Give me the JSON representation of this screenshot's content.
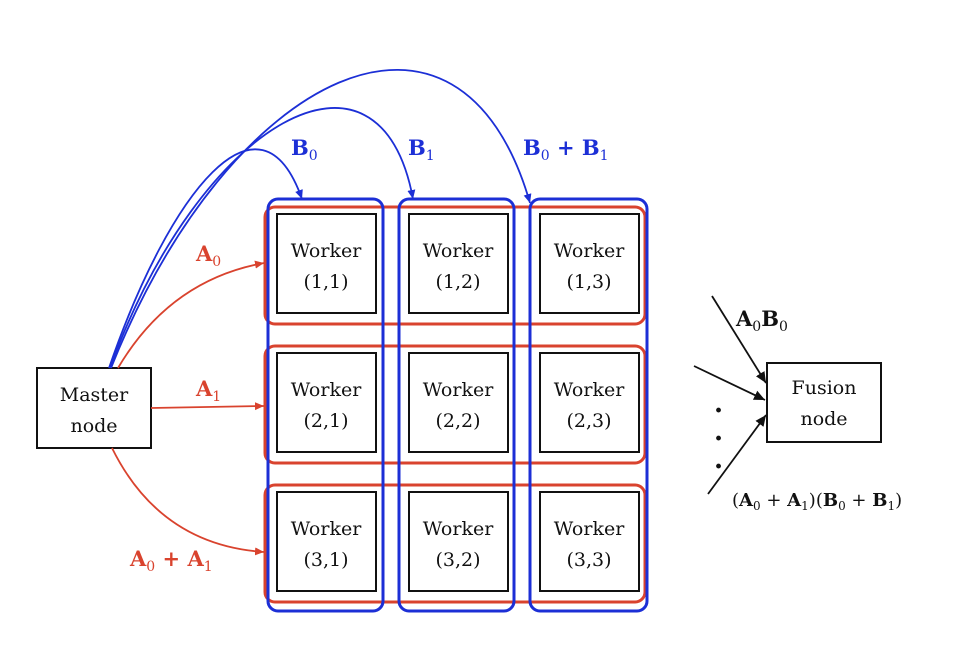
{
  "colors": {
    "red": "#d9432e",
    "blue": "#1c2fd6",
    "black": "#111111"
  },
  "master": {
    "line1": "Master",
    "line2": "node"
  },
  "fusion": {
    "line1": "Fusion",
    "line2": "node"
  },
  "worker_label": "Worker",
  "workers": [
    [
      "(1,1)",
      "(1,2)",
      "(1,3)"
    ],
    [
      "(2,1)",
      "(2,2)",
      "(2,3)"
    ],
    [
      "(3,1)",
      "(3,2)",
      "(3,3)"
    ]
  ],
  "a_labels": {
    "a0": {
      "base": "A",
      "sub": "0"
    },
    "a1": {
      "base": "A",
      "sub": "1"
    },
    "a01": {
      "base1": "A",
      "sub1": "0",
      "op": " + ",
      "base2": "A",
      "sub2": "1"
    }
  },
  "b_labels": {
    "b0": {
      "base": "B",
      "sub": "0"
    },
    "b1": {
      "base": "B",
      "sub": "1"
    },
    "b01": {
      "base1": "B",
      "sub1": "0",
      "op": " + ",
      "base2": "B",
      "sub2": "1"
    }
  },
  "fusion_inputs": {
    "top": {
      "base1": "A",
      "sub1": "0",
      "base2": "B",
      "sub2": "0"
    },
    "dots": ".",
    "bottom": {
      "open1": "(",
      "a1": "A",
      "s1": "0",
      "plus1": " + ",
      "a2": "A",
      "s2": "1",
      "close1": ")",
      "open2": "(",
      "b1": "B",
      "t1": "0",
      "plus2": " + ",
      "b2": "B",
      "t2": "1",
      "close2": ")"
    }
  }
}
